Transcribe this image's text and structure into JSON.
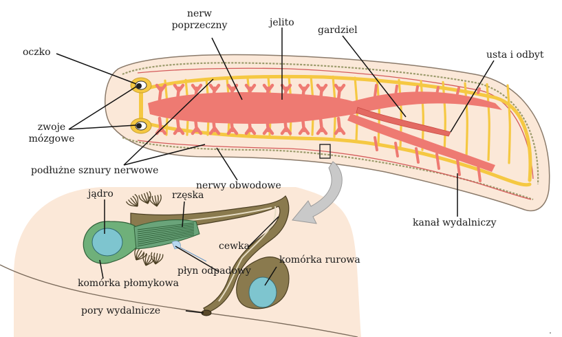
{
  "labels": {
    "oczko": "oczko",
    "nerw_poprzeczny": "nerw\npoprzeczny",
    "jelito": "jelito",
    "gardziel": "gardziel",
    "usta_i_odbyt": "usta i odbyt",
    "zwoje_mozgowe": "zwoje\nmózgowe",
    "podluzne_sznury": "podłużne sznury nerwowe",
    "nerwy_obwodowe": "nerwy obwodowe",
    "kanal_wydalniczy": "kanał wydalniczy",
    "jadro": "jądro",
    "rzeska": "rzęska",
    "cewka": "cewka",
    "komorka_rurowa": "komórka rurowa",
    "plyn_odpadowy": "płyn odpadowy",
    "komorka_plomykowa": "komórka płomykowa",
    "pory_wydalnicze": "pory wydalnicze"
  },
  "colors": {
    "body_fill": "#fbe8d8",
    "body_stroke": "#8a7a6a",
    "gut": "#ee7a72",
    "nerve": "#f5c842",
    "excretory": "#d45a5a",
    "flame_cell": "#6fb07a",
    "nucleus": "#7ec5cf",
    "tubule": "#8a7a4e",
    "arrow": "#b8b8b8"
  }
}
